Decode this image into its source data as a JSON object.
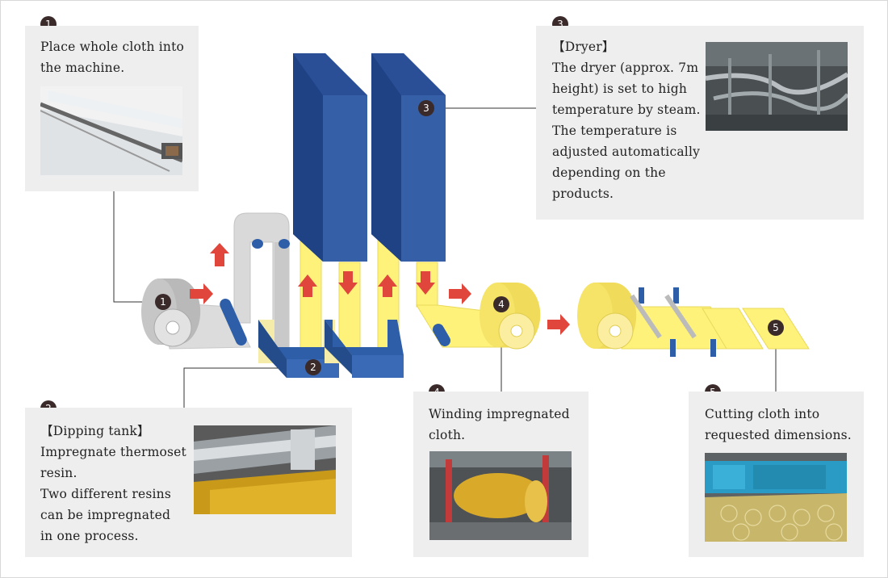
{
  "steps": [
    {
      "num": "1",
      "text": "Place whole cloth into\nthe machine."
    },
    {
      "num": "2",
      "title": "【Dipping tank】",
      "text": "Impregnate thermoset\nresin.\nTwo different resins\ncan be impregnated\nin one process."
    },
    {
      "num": "3",
      "title": "【Dryer】",
      "text": "The dryer (approx. 7m\nheight) is set to high\ntemperature by steam.\nThe temperature is\nadjusted automatically\ndepending on the\nproducts."
    },
    {
      "num": "4",
      "text": "Winding impregnated\ncloth."
    },
    {
      "num": "5",
      "text": "Cutting cloth into\nrequested dimensions."
    }
  ],
  "colors": {
    "panel": "#eeeeee",
    "badge": "#3b2a2a",
    "dryer": "#2f5597",
    "tank": "#2e5ea8",
    "cloth_yellow": "#fff27a",
    "arrow": "#e0463c",
    "roll_gray": "#bdbdbd"
  }
}
